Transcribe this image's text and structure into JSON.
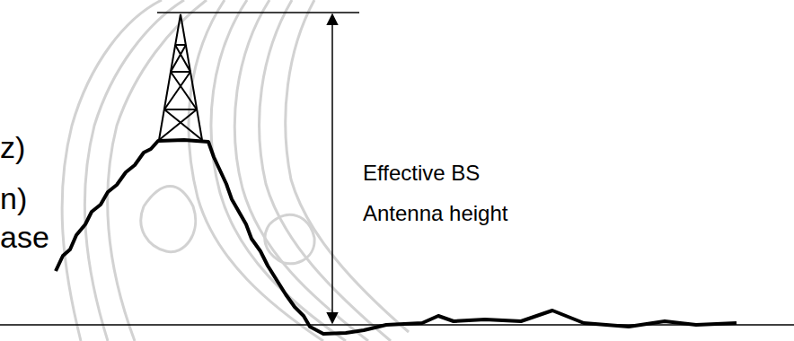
{
  "diagram": {
    "labels": [
      "z)",
      "n)",
      "ase",
      "Effective BS Antenna height"
    ]
  }
}
